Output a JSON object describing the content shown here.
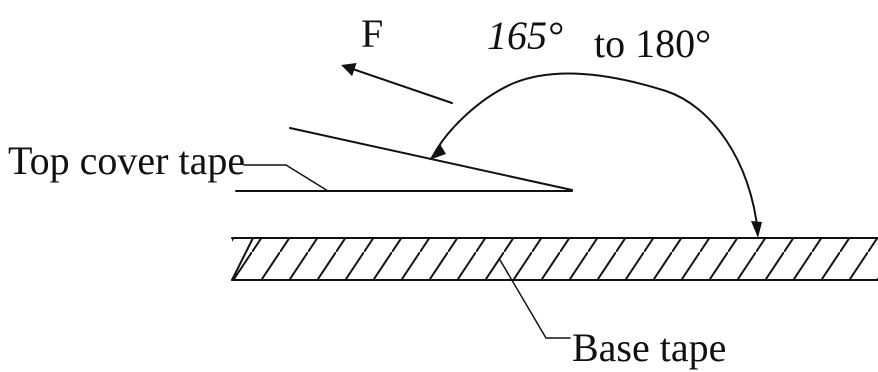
{
  "labels": {
    "force": "F",
    "angle_min": "165°",
    "angle_max": "to 180°",
    "top_cover_tape": "Top cover tape",
    "base_tape": "Base tape"
  }
}
